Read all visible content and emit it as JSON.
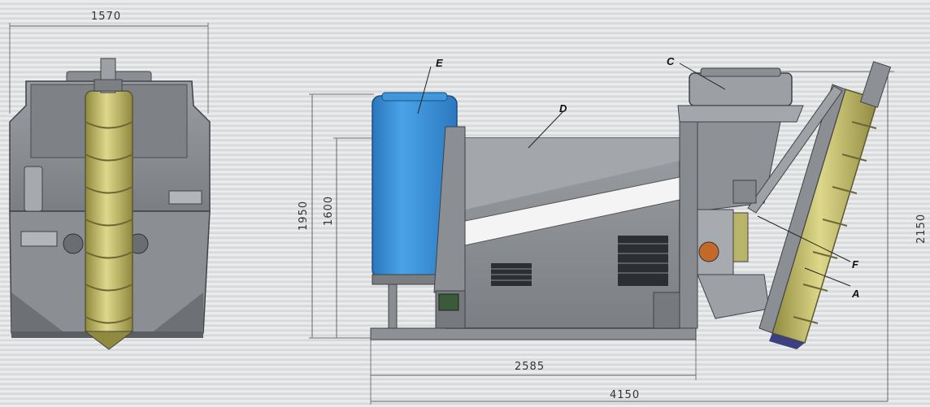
{
  "dimensions": {
    "front_width": "1570",
    "height_1950": "1950",
    "height_1600": "1600",
    "length_2585": "2585",
    "length_4150": "4150",
    "height_2150": "2150"
  },
  "callouts": {
    "A": "A",
    "C": "C",
    "D": "D",
    "E": "E",
    "F": "F"
  },
  "colors": {
    "frame_gray": "#8e9296",
    "panel_gray": "#7d8185",
    "dark_gray": "#55595d",
    "tank_blue": "#3a8fd6",
    "auger_yellow": "#c9c270",
    "background": "#e2e3e5"
  }
}
